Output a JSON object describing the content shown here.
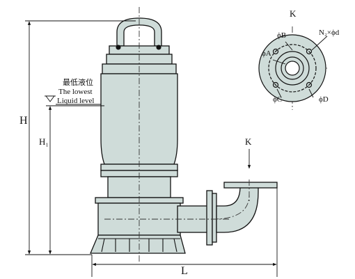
{
  "labels": {
    "dim_h": "H",
    "dim_h1": "H₁",
    "dim_l": "L",
    "view_k_arrow": "K",
    "view_k_title": "K",
    "liquid_cn": "最低液位",
    "liquid_en_1": "The lowest",
    "liquid_en_2": "Liquid level",
    "phi_a": "ϕA",
    "phi_b": "ϕB",
    "phi_c": "ϕC",
    "phi_d": "ϕD",
    "bolts": "N₂×ϕd"
  },
  "colors": {
    "body_fill": "#cfdcd9",
    "line": "#111111",
    "dash": "#333333"
  }
}
